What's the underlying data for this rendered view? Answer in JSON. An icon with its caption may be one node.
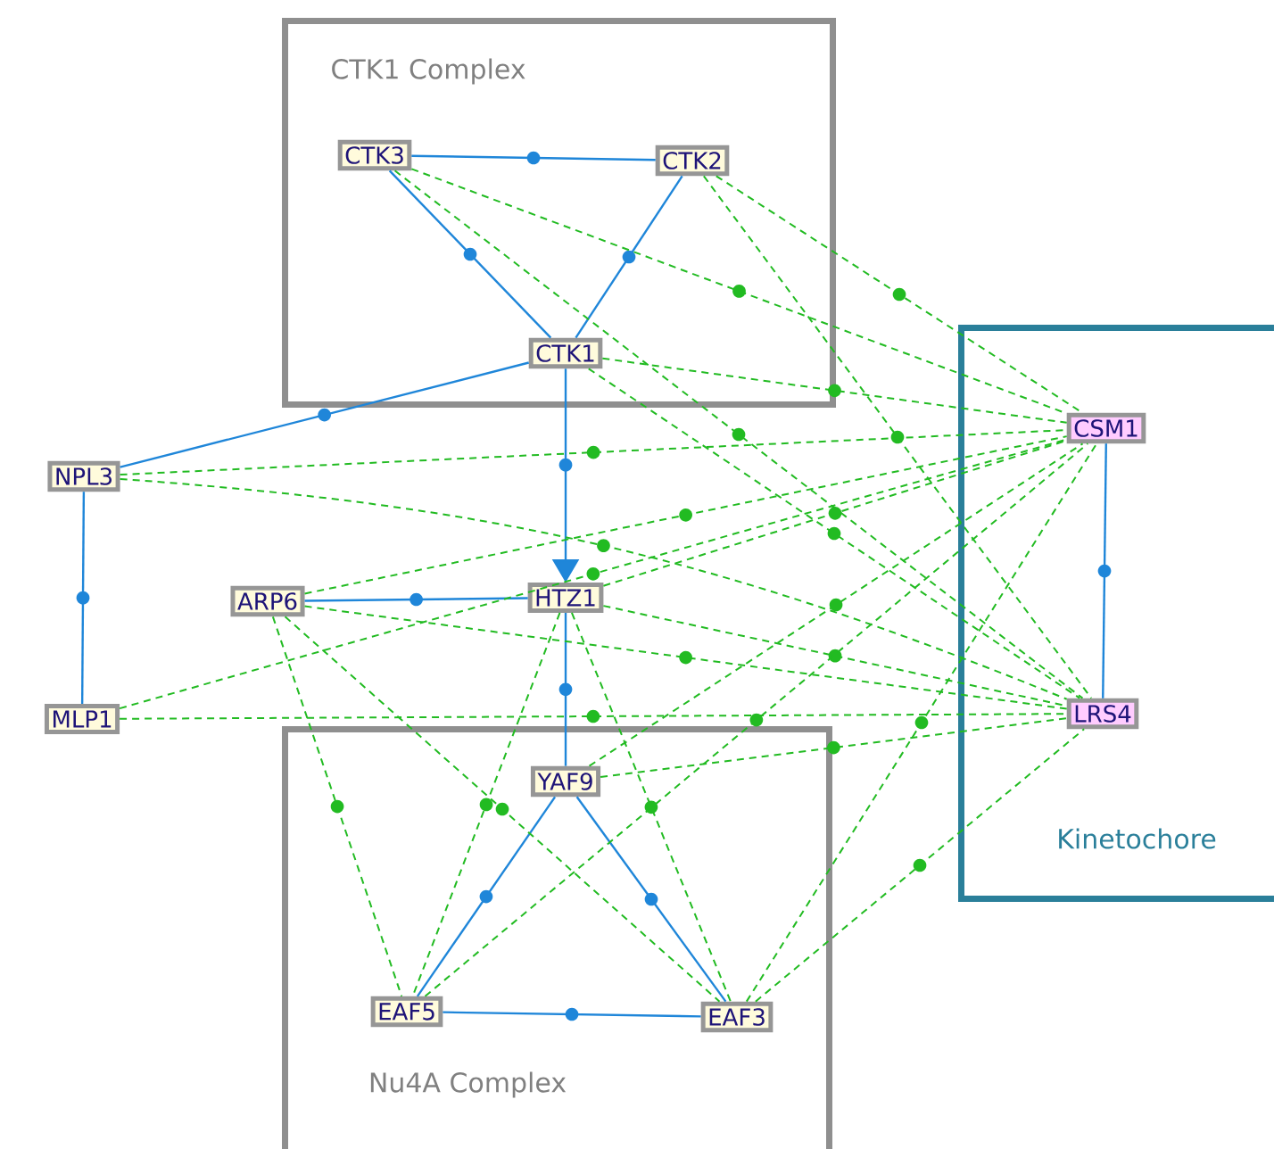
{
  "diagram": {
    "nodes": [
      {
        "text": [
          "CTK1 Complex"
        ]
      },
      {
        "text": [
          "CTK3"
        ],
        "in": 0
      },
      {
        "text": [
          "CTK2"
        ],
        "in": 0
      },
      {
        "text": [
          "CTK1"
        ],
        "in": 0
      },
      {
        "text": [
          "Kinetochore"
        ]
      },
      {
        "text": [
          "CSM1"
        ],
        "in": 4
      },
      {
        "text": [
          "LRS4"
        ],
        "in": 4
      },
      {
        "text": [
          "NPL3"
        ]
      },
      {
        "text": [
          "ARP6"
        ]
      },
      {
        "text": [
          "HTZ1"
        ]
      },
      {
        "text": [
          "MLP1"
        ]
      },
      {
        "text": [
          "Nu4A Complex"
        ]
      },
      {
        "text": [
          "YAF9"
        ],
        "in": 11
      },
      {
        "text": [
          "EAF5"
        ],
        "in": 11
      },
      {
        "text": [
          "EAF3"
        ],
        "in": 11
      }
    ],
    "edges": [
      {
        "from": 1,
        "to": 2,
        "arrow": "none",
        "color": "#1f86d9"
      },
      {
        "from": 1,
        "to": 3,
        "arrow": "none",
        "color": "#1f86d9"
      },
      {
        "from": 2,
        "to": 3,
        "arrow": "none",
        "color": "#1f86d9"
      },
      {
        "from": 3,
        "to": 7,
        "arrow": "none",
        "color": "#1f86d9"
      },
      {
        "from": 3,
        "to": 9,
        "arrow": "to",
        "color": "#1f86d9"
      },
      {
        "from": 7,
        "to": 10,
        "arrow": "none",
        "color": "#1f86d9"
      },
      {
        "from": 8,
        "to": 9,
        "arrow": "none",
        "color": "#1f86d9"
      },
      {
        "from": 9,
        "to": 12,
        "arrow": "none",
        "color": "#1f86d9"
      },
      {
        "from": 12,
        "to": 13,
        "arrow": "none",
        "color": "#1f86d9"
      },
      {
        "from": 12,
        "to": 14,
        "arrow": "none",
        "color": "#1f86d9"
      },
      {
        "from": 13,
        "to": 14,
        "arrow": "none",
        "color": "#1f86d9"
      },
      {
        "from": 5,
        "to": 6,
        "arrow": "none",
        "color": "#1f86d9"
      },
      {
        "from": 1,
        "to": 5,
        "arrow": "none",
        "style": "dashed",
        "color": "#22bb22"
      },
      {
        "from": 1,
        "to": 6,
        "arrow": "none",
        "style": "dashed",
        "color": "#22bb22"
      },
      {
        "from": 2,
        "to": 5,
        "arrow": "none",
        "style": "dashed",
        "color": "#22bb22"
      },
      {
        "from": 2,
        "to": 6,
        "arrow": "none",
        "style": "dashed",
        "color": "#22bb22"
      },
      {
        "from": 3,
        "to": 5,
        "arrow": "none",
        "style": "dashed",
        "color": "#22bb22"
      },
      {
        "from": 3,
        "to": 6,
        "arrow": "none",
        "style": "dashed",
        "color": "#22bb22"
      },
      {
        "from": 7,
        "to": 5,
        "arrow": "none",
        "style": "dashed",
        "color": "#22bb22"
      },
      {
        "from": 7,
        "to": 6,
        "arrow": "none",
        "style": "dashed",
        "color": "#22bb22"
      },
      {
        "from": 8,
        "to": 5,
        "arrow": "none",
        "style": "dashed",
        "color": "#22bb22"
      },
      {
        "from": 8,
        "to": 6,
        "arrow": "none",
        "style": "dashed",
        "color": "#22bb22"
      },
      {
        "from": 9,
        "to": 5,
        "arrow": "none",
        "style": "dashed",
        "color": "#22bb22"
      },
      {
        "from": 9,
        "to": 6,
        "arrow": "none",
        "style": "dashed",
        "color": "#22bb22"
      },
      {
        "from": 10,
        "to": 5,
        "arrow": "none",
        "style": "dashed",
        "color": "#22bb22"
      },
      {
        "from": 10,
        "to": 6,
        "arrow": "none",
        "style": "dashed",
        "color": "#22bb22"
      },
      {
        "from": 12,
        "to": 5,
        "arrow": "none",
        "style": "dashed",
        "color": "#22bb22"
      },
      {
        "from": 12,
        "to": 6,
        "arrow": "none",
        "style": "dashed",
        "color": "#22bb22"
      },
      {
        "from": 13,
        "to": 5,
        "arrow": "none",
        "style": "dashed",
        "color": "#22bb22"
      },
      {
        "from": 14,
        "to": 5,
        "arrow": "none",
        "style": "dashed",
        "color": "#22bb22"
      },
      {
        "from": 14,
        "to": 6,
        "arrow": "none",
        "style": "dashed",
        "color": "#22bb22"
      },
      {
        "from": 8,
        "to": 13,
        "arrow": "none",
        "style": "dashed",
        "color": "#22bb22"
      },
      {
        "from": 8,
        "to": 14,
        "arrow": "none",
        "style": "dashed",
        "color": "#22bb22"
      },
      {
        "from": 9,
        "to": 13,
        "arrow": "none",
        "style": "dashed",
        "color": "#22bb22"
      },
      {
        "from": 9,
        "to": 14,
        "arrow": "none",
        "style": "dashed",
        "color": "#22bb22"
      }
    ]
  }
}
